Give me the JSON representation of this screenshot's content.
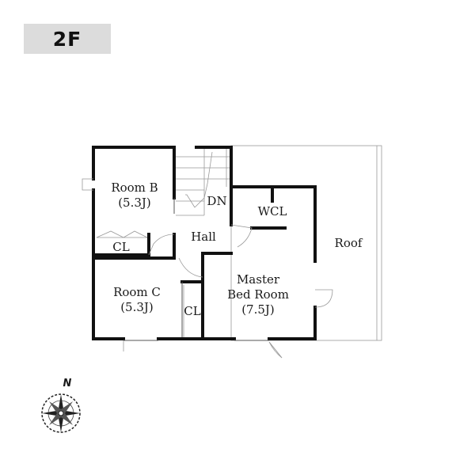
{
  "floor": {
    "label": "2F"
  },
  "rooms": {
    "room_b": {
      "name": "Room B",
      "size": "(5.3J)"
    },
    "room_b_closet": {
      "name": "CL"
    },
    "room_c": {
      "name": "Room C",
      "size": "(5.3J)"
    },
    "room_c_closet": {
      "name": "CL"
    },
    "hall": {
      "name": "Hall"
    },
    "stairs": {
      "direction": "DN"
    },
    "wcl": {
      "name": "WCL"
    },
    "master": {
      "line1": "Master",
      "line2": "Bed Room",
      "size": "(7.5J)"
    },
    "roof": {
      "name": "Roof"
    }
  },
  "compass": {
    "north": "N"
  },
  "colors": {
    "badge": "#dcdcdc",
    "wall": "#111111",
    "text": "#1a1a1a"
  }
}
